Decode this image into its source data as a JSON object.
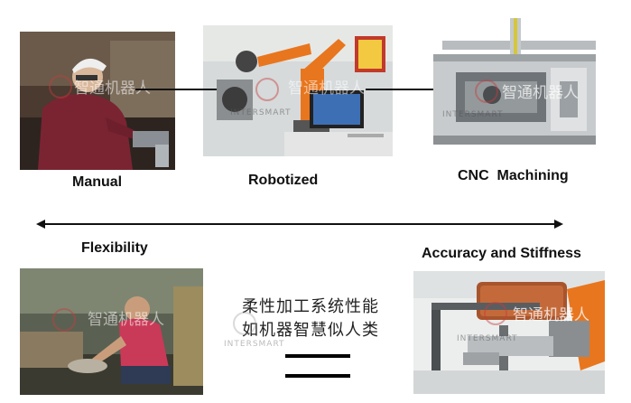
{
  "captions": {
    "manual": "Manual",
    "robotized": "Robotized",
    "cnc": "CNC  Machining",
    "flexibility": "Flexibility",
    "accuracy": "Accuracy and Stiffness"
  },
  "chinese_text": {
    "line1": "柔性加工系统性能",
    "line2": "如机器智慧似人类"
  },
  "watermark": {
    "cn": "智通机器人",
    "en": "INTERSMART"
  },
  "icons": [
    "double-arrow-icon",
    "equals-sign-icon"
  ],
  "colors": {
    "robot_orange": "#e8761e",
    "text": "#111111"
  }
}
